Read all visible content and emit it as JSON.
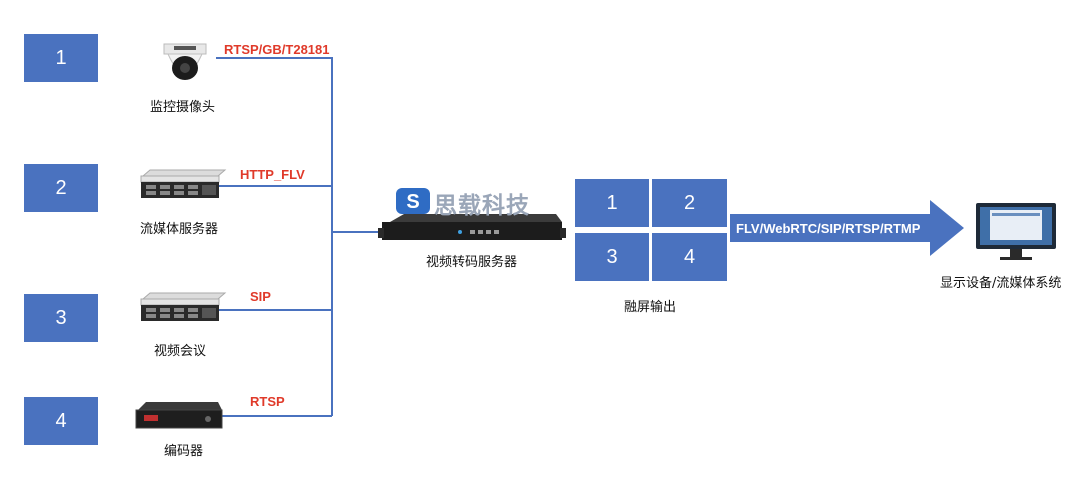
{
  "sources": [
    {
      "number": "1",
      "label": "监控摄像头",
      "protocol": "RTSP/GB/T28181",
      "device": "dome-camera-icon"
    },
    {
      "number": "2",
      "label": "流媒体服务器",
      "protocol": "HTTP_FLV",
      "device": "rack-server-icon"
    },
    {
      "number": "3",
      "label": "视频会议",
      "protocol": "SIP",
      "device": "rack-server-icon"
    },
    {
      "number": "4",
      "label": "编码器",
      "protocol": "RTSP",
      "device": "encoder-icon"
    }
  ],
  "brand": {
    "logo_letter": "S",
    "name": "思载科技"
  },
  "server": {
    "label": "视频转码服务器"
  },
  "splitscreen": {
    "cells": [
      "1",
      "2",
      "3",
      "4"
    ],
    "label": "融屏输出"
  },
  "arrow": {
    "label": "FLV/WebRTC/SIP/RTSP/RTMP"
  },
  "display": {
    "label": "显示设备/流媒体系统"
  },
  "colors": {
    "box": "#4a72bf",
    "line": "#4a72bf",
    "protocol": "#e03a2a",
    "arrow": "#4a72bf",
    "logo": "#2f6cc4"
  }
}
